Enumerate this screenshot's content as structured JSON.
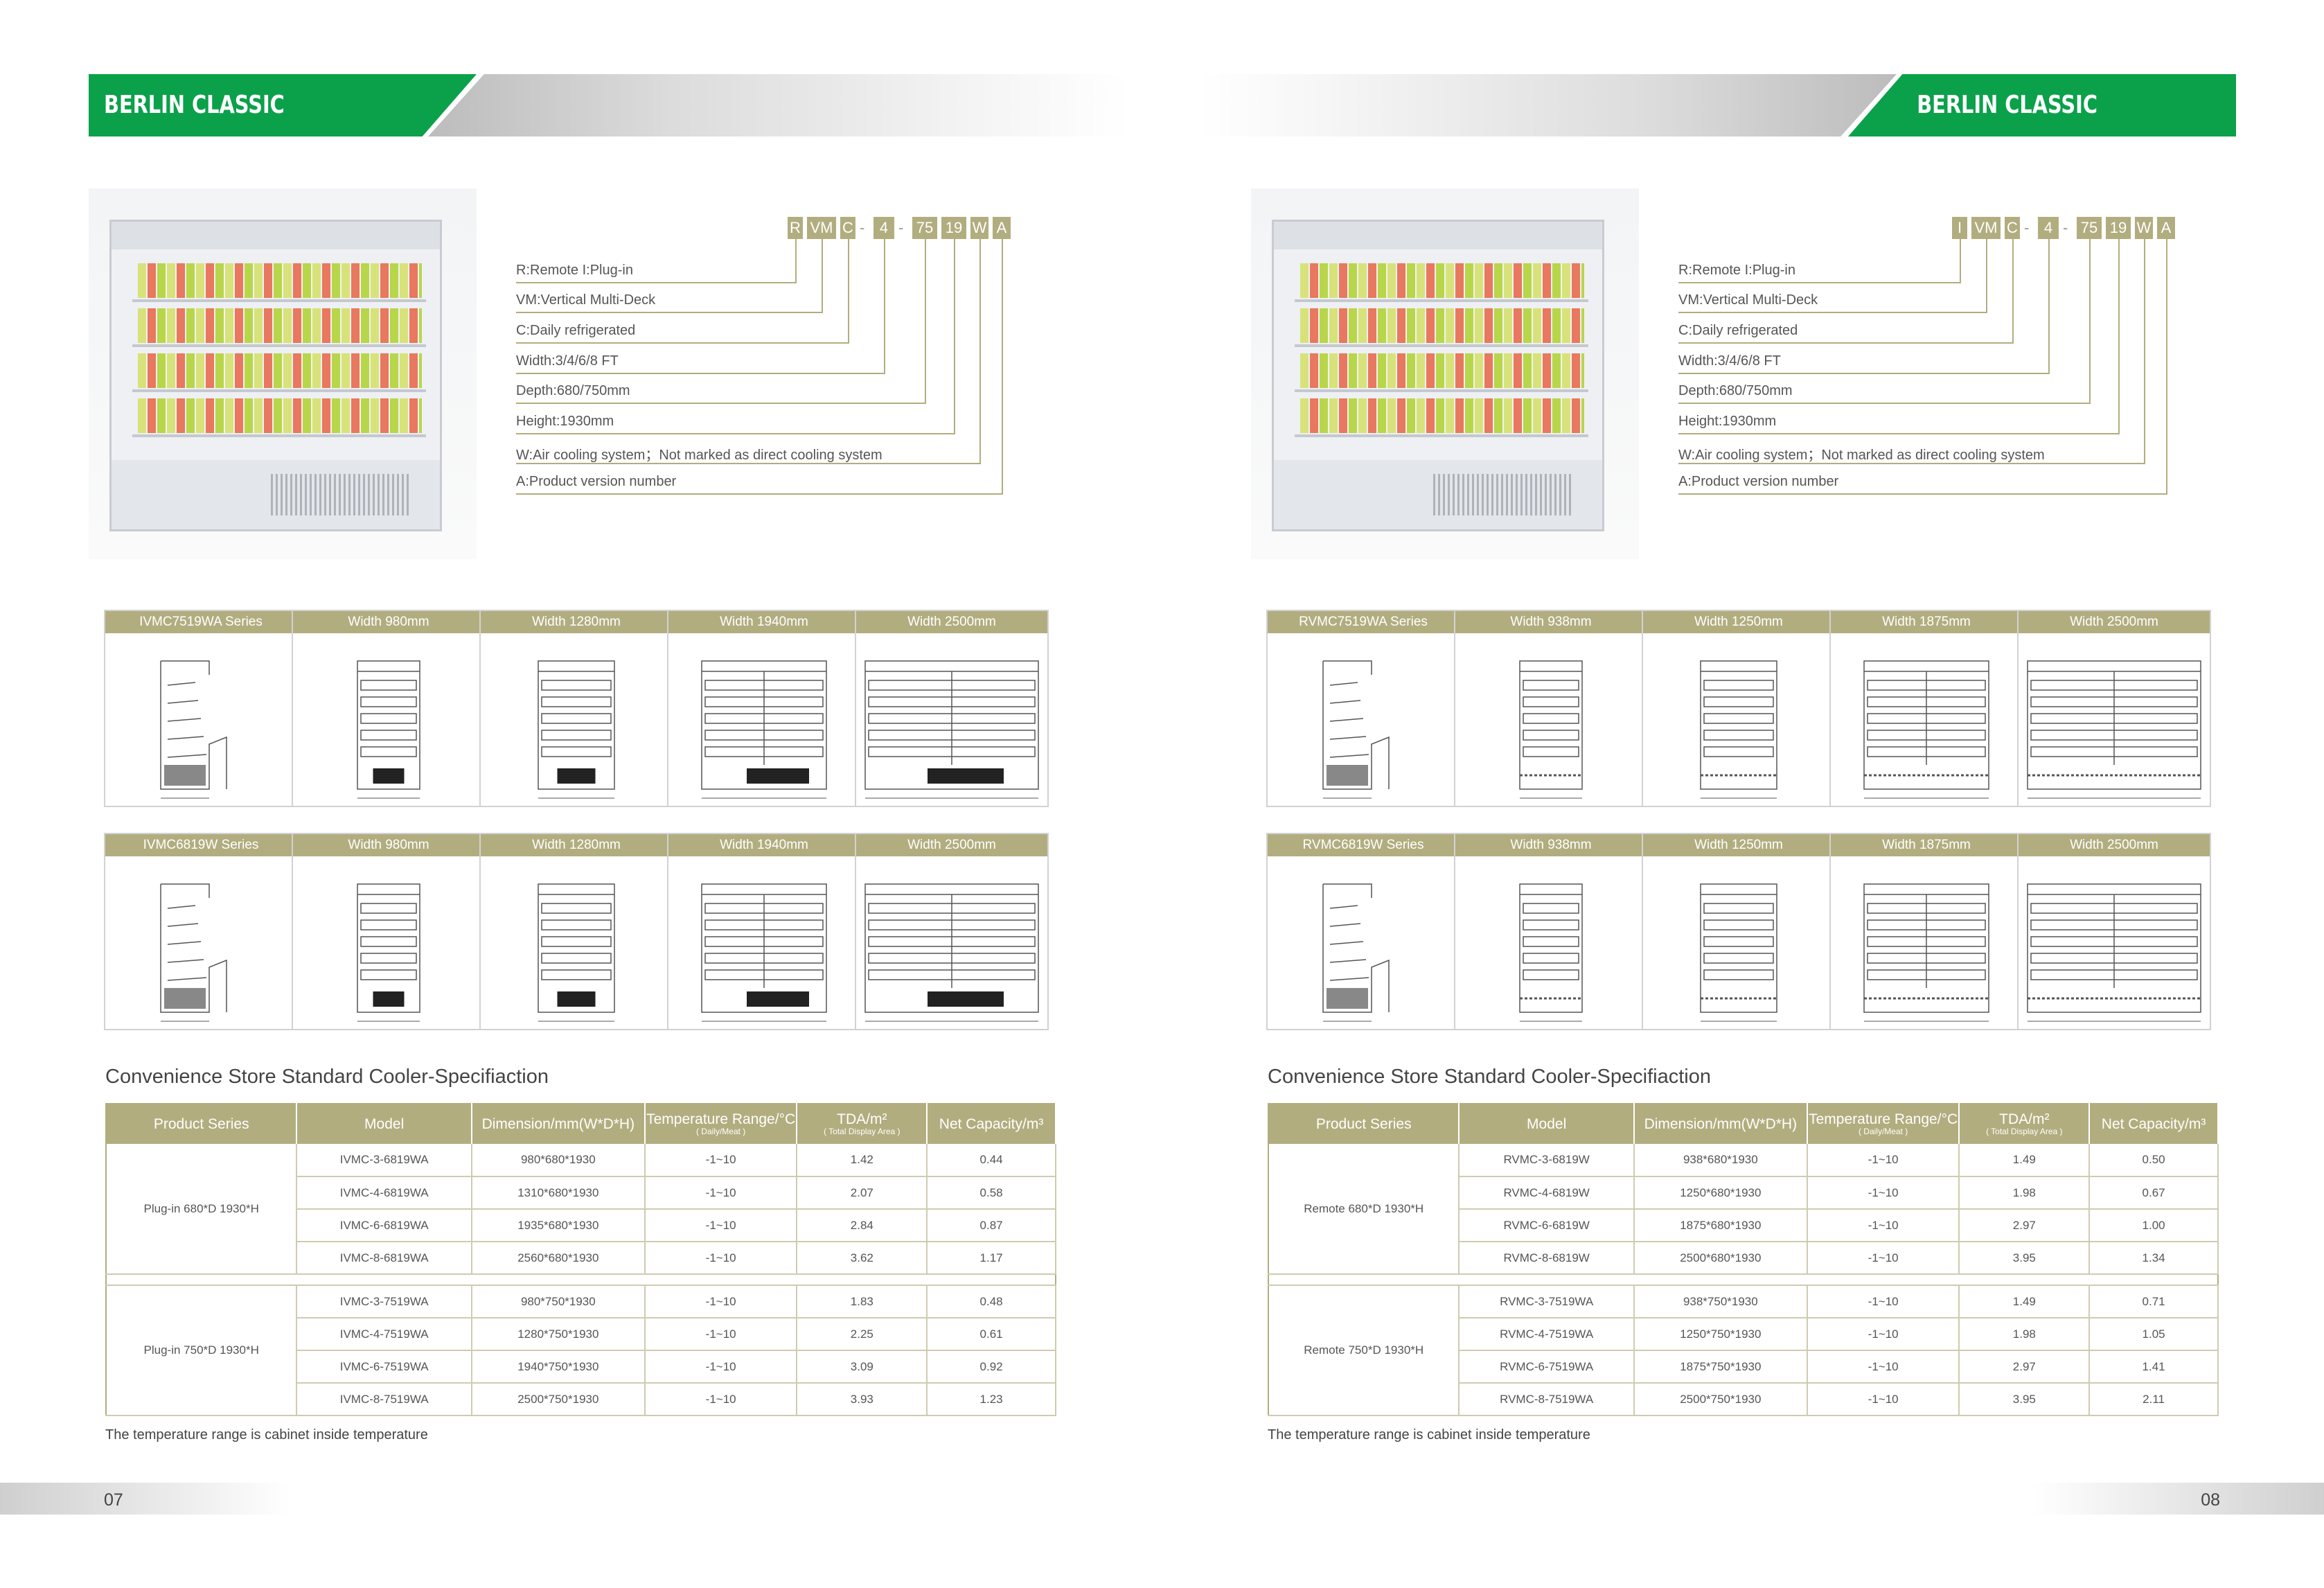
{
  "pages": [
    {
      "brand": "BERLIN CLASSIC",
      "code_chars": [
        "R",
        "VM",
        "C",
        "-",
        "4",
        "-",
        "75",
        "19",
        "W",
        "A"
      ],
      "legend": [
        "R:Remote I:Plug-in",
        "VM:Vertical Multi-Deck",
        "C:Daily refrigerated",
        "Width:3/4/6/8 FT",
        "Depth:680/750mm",
        "Height:1930mm",
        "W:Air cooling system；Not marked as direct cooling system",
        "A:Product version number"
      ],
      "drawing_rows": [
        [
          "IVMC7519WA  Series",
          "Width  980mm",
          "Width  1280mm",
          "Width  1940mm",
          "Width  2500mm"
        ],
        [
          "IVMC6819W  Series",
          "Width  980mm",
          "Width  1280mm",
          "Width  1940mm",
          "Width  2500mm"
        ]
      ],
      "section_title": "Convenience Store Standard Cooler-Specifiaction",
      "table_headers": [
        "Product Series",
        "Model",
        "Dimension/mm(W*D*H)",
        "Temperature Range/°C",
        "( Daily/Meat )",
        "TDA/m²",
        "( Total Display Area )",
        "Net Capacity/m³"
      ],
      "groups": [
        {
          "name": "Plug-in 680*D  1930*H",
          "rows": [
            [
              "IVMC-3-6819WA",
              "980*680*1930",
              "-1~10",
              "1.42",
              "0.44"
            ],
            [
              "IVMC-4-6819WA",
              "1310*680*1930",
              "-1~10",
              "2.07",
              "0.58"
            ],
            [
              "IVMC-6-6819WA",
              "1935*680*1930",
              "-1~10",
              "2.84",
              "0.87"
            ],
            [
              "IVMC-8-6819WA",
              "2560*680*1930",
              "-1~10",
              "3.62",
              "1.17"
            ]
          ]
        },
        {
          "name": "Plug-in 750*D  1930*H",
          "rows": [
            [
              "IVMC-3-7519WA",
              "980*750*1930",
              "-1~10",
              "1.83",
              "0.48"
            ],
            [
              "IVMC-4-7519WA",
              "1280*750*1930",
              "-1~10",
              "2.25",
              "0.61"
            ],
            [
              "IVMC-6-7519WA",
              "1940*750*1930",
              "-1~10",
              "3.09",
              "0.92"
            ],
            [
              "IVMC-8-7519WA",
              "2500*750*1930",
              "-1~10",
              "3.93",
              "1.23"
            ]
          ]
        }
      ],
      "note": "The temperature range is cabinet inside temperature",
      "page_number": "07"
    },
    {
      "brand": "BERLIN CLASSIC",
      "code_chars": [
        "I",
        "VM",
        "C",
        "-",
        "4",
        "-",
        "75",
        "19",
        "W",
        "A"
      ],
      "legend": [
        "R:Remote I:Plug-in",
        "VM:Vertical Multi-Deck",
        "C:Daily refrigerated",
        "Width:3/4/6/8 FT",
        "Depth:680/750mm",
        "Height:1930mm",
        "W:Air cooling system；Not marked as direct cooling system",
        "A:Product version number"
      ],
      "drawing_rows": [
        [
          "RVMC7519WA  Series",
          "Width  938mm",
          "Width  1250mm",
          "Width  1875mm",
          "Width  2500mm"
        ],
        [
          "RVMC6819W  Series",
          "Width  938mm",
          "Width  1250mm",
          "Width  1875mm",
          "Width  2500mm"
        ]
      ],
      "section_title": "Convenience Store Standard Cooler-Specifiaction",
      "table_headers": [
        "Product Series",
        "Model",
        "Dimension/mm(W*D*H)",
        "Temperature Range/°C",
        "( Daily/Meat )",
        "TDA/m²",
        "( Total Display Area )",
        "Net Capacity/m³"
      ],
      "groups": [
        {
          "name": "Remote 680*D  1930*H",
          "rows": [
            [
              "RVMC-3-6819W",
              "938*680*1930",
              "-1~10",
              "1.49",
              "0.50"
            ],
            [
              "RVMC-4-6819W",
              "1250*680*1930",
              "-1~10",
              "1.98",
              "0.67"
            ],
            [
              "RVMC-6-6819W",
              "1875*680*1930",
              "-1~10",
              "2.97",
              "1.00"
            ],
            [
              "RVMC-8-6819W",
              "2500*680*1930",
              "-1~10",
              "3.95",
              "1.34"
            ]
          ]
        },
        {
          "name": "Remote 750*D  1930*H",
          "rows": [
            [
              "RVMC-3-7519WA",
              "938*750*1930",
              "-1~10",
              "1.49",
              "0.71"
            ],
            [
              "RVMC-4-7519WA",
              "1250*750*1930",
              "-1~10",
              "1.98",
              "1.05"
            ],
            [
              "RVMC-6-7519WA",
              "1875*750*1930",
              "-1~10",
              "2.97",
              "1.41"
            ],
            [
              "RVMC-8-7519WA",
              "2500*750*1930",
              "-1~10",
              "3.95",
              "2.11"
            ]
          ]
        }
      ],
      "note": "The temperature range is cabinet inside temperature",
      "page_number": "08"
    }
  ]
}
